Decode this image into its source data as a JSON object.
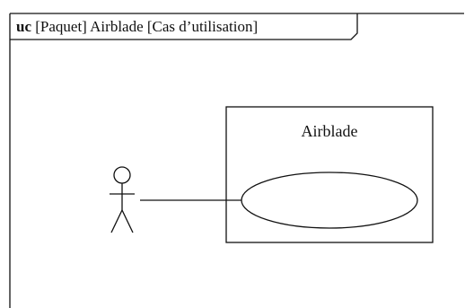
{
  "frame": {
    "keyword": "uc",
    "label": "[Paquet] Airblade [Cas d’utilisation]"
  },
  "system": {
    "name": "Airblade"
  },
  "actor": {
    "name": ""
  },
  "use_case": {
    "name": ""
  },
  "colors": {
    "ink": "#111111",
    "background": "#ffffff"
  }
}
